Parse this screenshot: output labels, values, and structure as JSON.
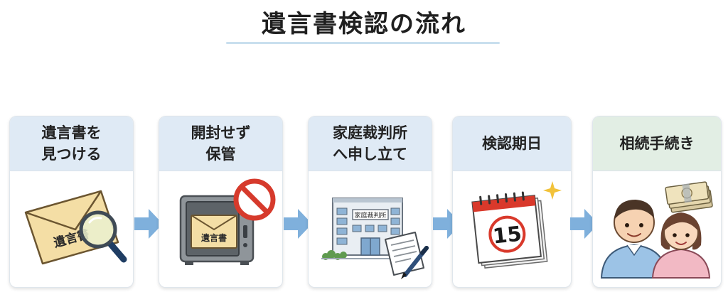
{
  "title": "遺言書検認の流れ",
  "steps": [
    {
      "label": "遺言書を\n見つける",
      "envelope_text": "遺言書"
    },
    {
      "label": "開封せず\n保管",
      "envelope_text": "遺言書"
    },
    {
      "label": "家庭裁判所\nへ申し立て",
      "sign_text": "家庭裁判所"
    },
    {
      "label": "検認期日",
      "date_number": "15"
    },
    {
      "label": "相続手続き"
    }
  ],
  "colors": {
    "header_blue": "#dfeaf5",
    "header_green": "#e2eee4",
    "arrow": "#7fb0dc",
    "prohibit_red": "#d63a2c",
    "calendar_red": "#d9392b"
  },
  "icons": [
    "envelope-icon",
    "magnifier-icon",
    "safe-icon",
    "prohibit-icon",
    "courthouse-icon",
    "document-icon",
    "pen-icon",
    "calendar-icon",
    "sparkle-icon",
    "people-icon",
    "money-icon",
    "arrow-right-icon"
  ]
}
